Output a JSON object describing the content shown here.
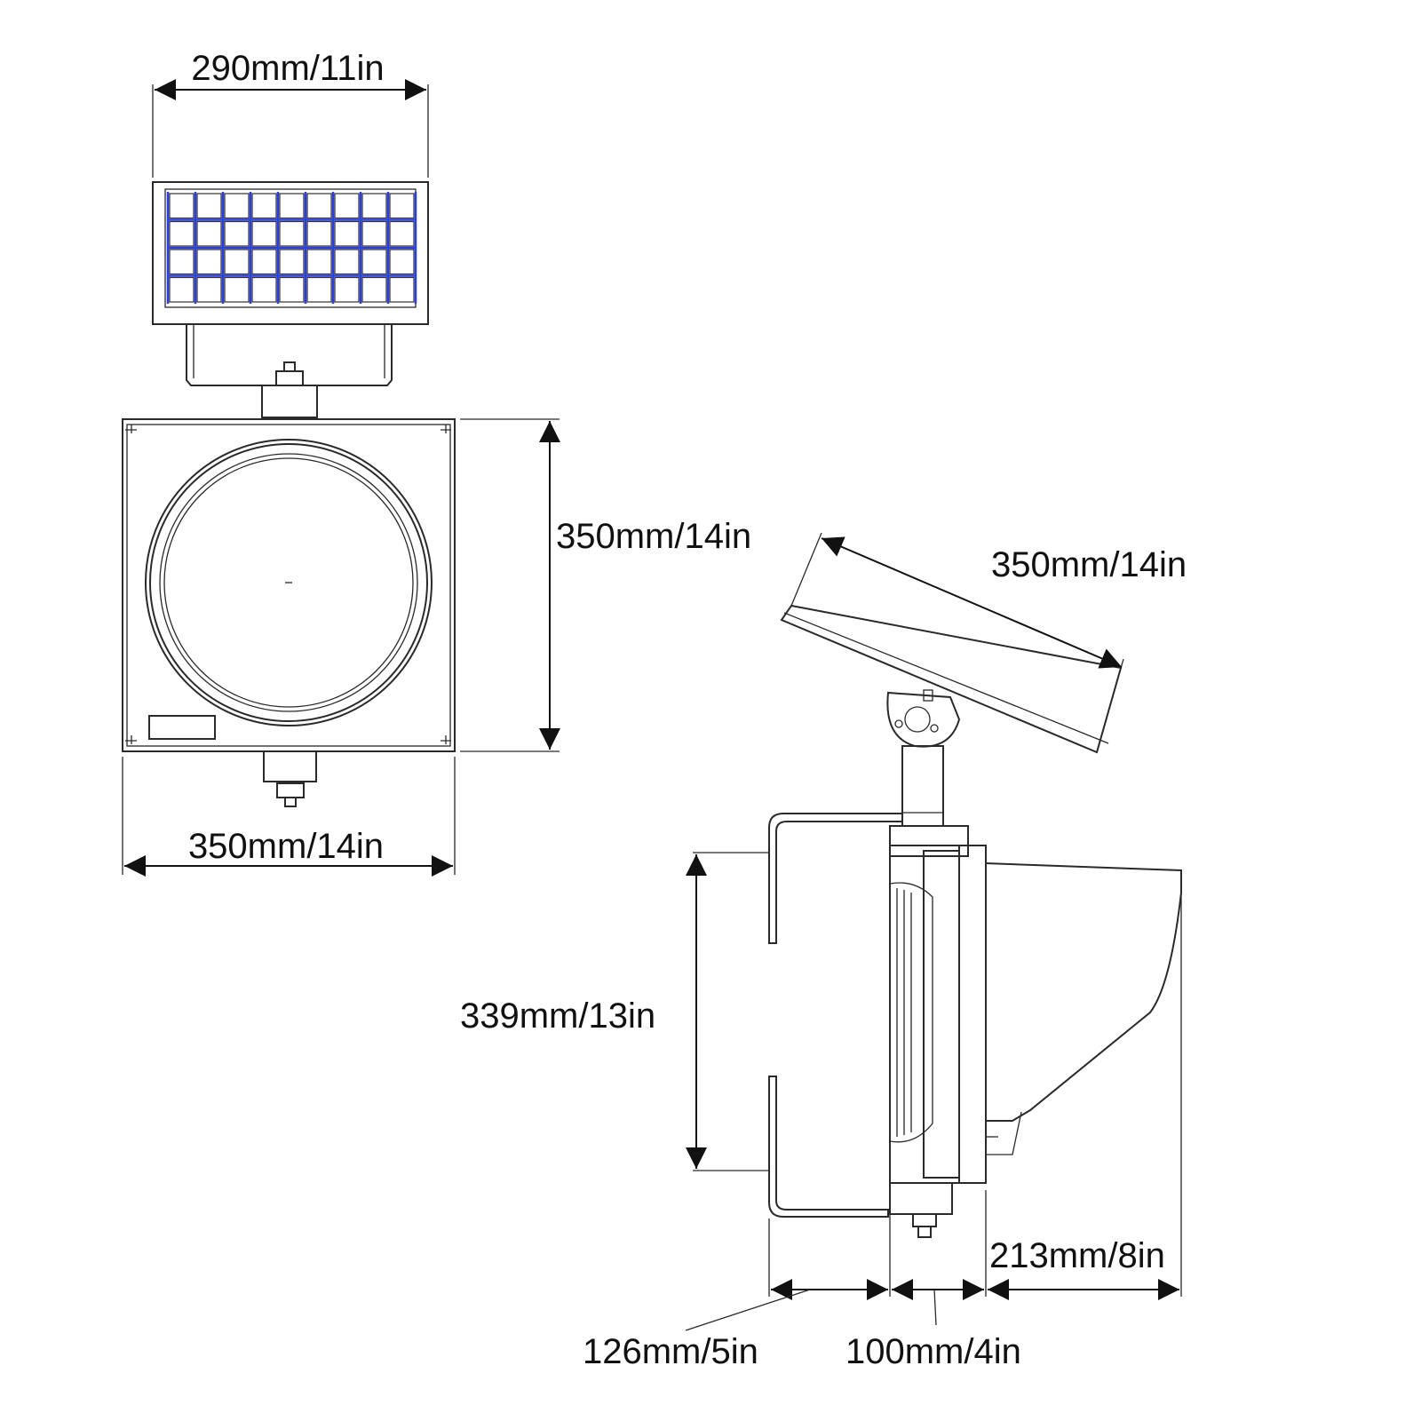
{
  "colors": {
    "line": "#2a2a2a",
    "solar_cell": "#2b3fe0",
    "background": "#ffffff"
  },
  "front_view": {
    "solar_width_label": "290mm/11in",
    "housing_height_label": "350mm/14in",
    "housing_width_label": "350mm/14in"
  },
  "side_view": {
    "panel_length_label": "350mm/14in",
    "bracket_height_label": "339mm/13in",
    "hood_depth_label": "213mm/8in",
    "bracket_depth_label": "126mm/5in",
    "housing_depth_label": "100mm/4in"
  }
}
